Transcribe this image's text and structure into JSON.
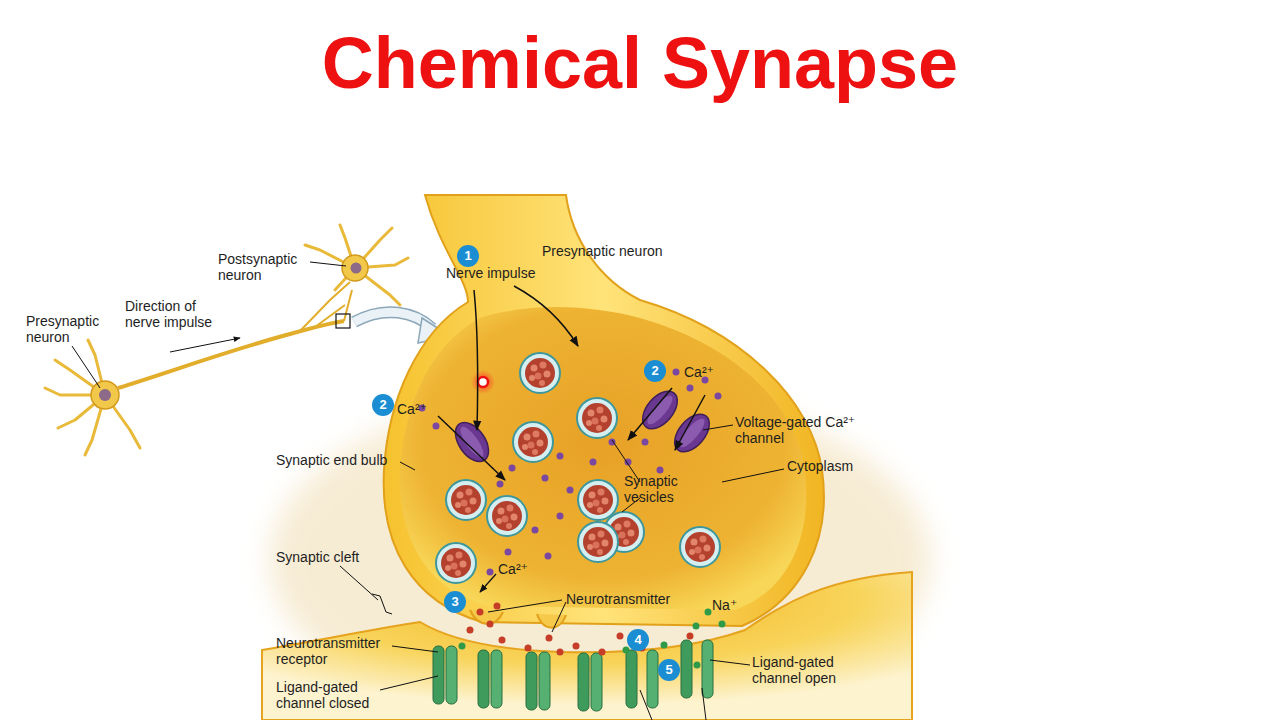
{
  "diagram": {
    "title": "Chemical Synapse",
    "nodes": [
      {
        "text": [
          "1"
        ]
      },
      {
        "text": [
          "2"
        ]
      },
      {
        "text": [
          "2"
        ]
      },
      {
        "text": [
          "3"
        ]
      },
      {
        "text": [
          "4"
        ]
      },
      {
        "text": [
          "5"
        ]
      }
    ],
    "labels": [
      "Postsynaptic neuron",
      "Presynaptic neuron",
      "Direction of nerve impulse",
      "Nerve impulse",
      "Presynaptic neuron",
      "Ca²⁺",
      "Ca²⁺",
      "Voltage-gated Ca²⁺ channel",
      "Cytoplasm",
      "Synaptic end bulb",
      "Synaptic vesicles",
      "Synaptic cleft",
      "Ca²⁺",
      "Neurotransmitter",
      "Na⁺",
      "Neurotransmitter receptor",
      "Ligand-gated channel closed",
      "Ligand-gated channel open"
    ]
  }
}
